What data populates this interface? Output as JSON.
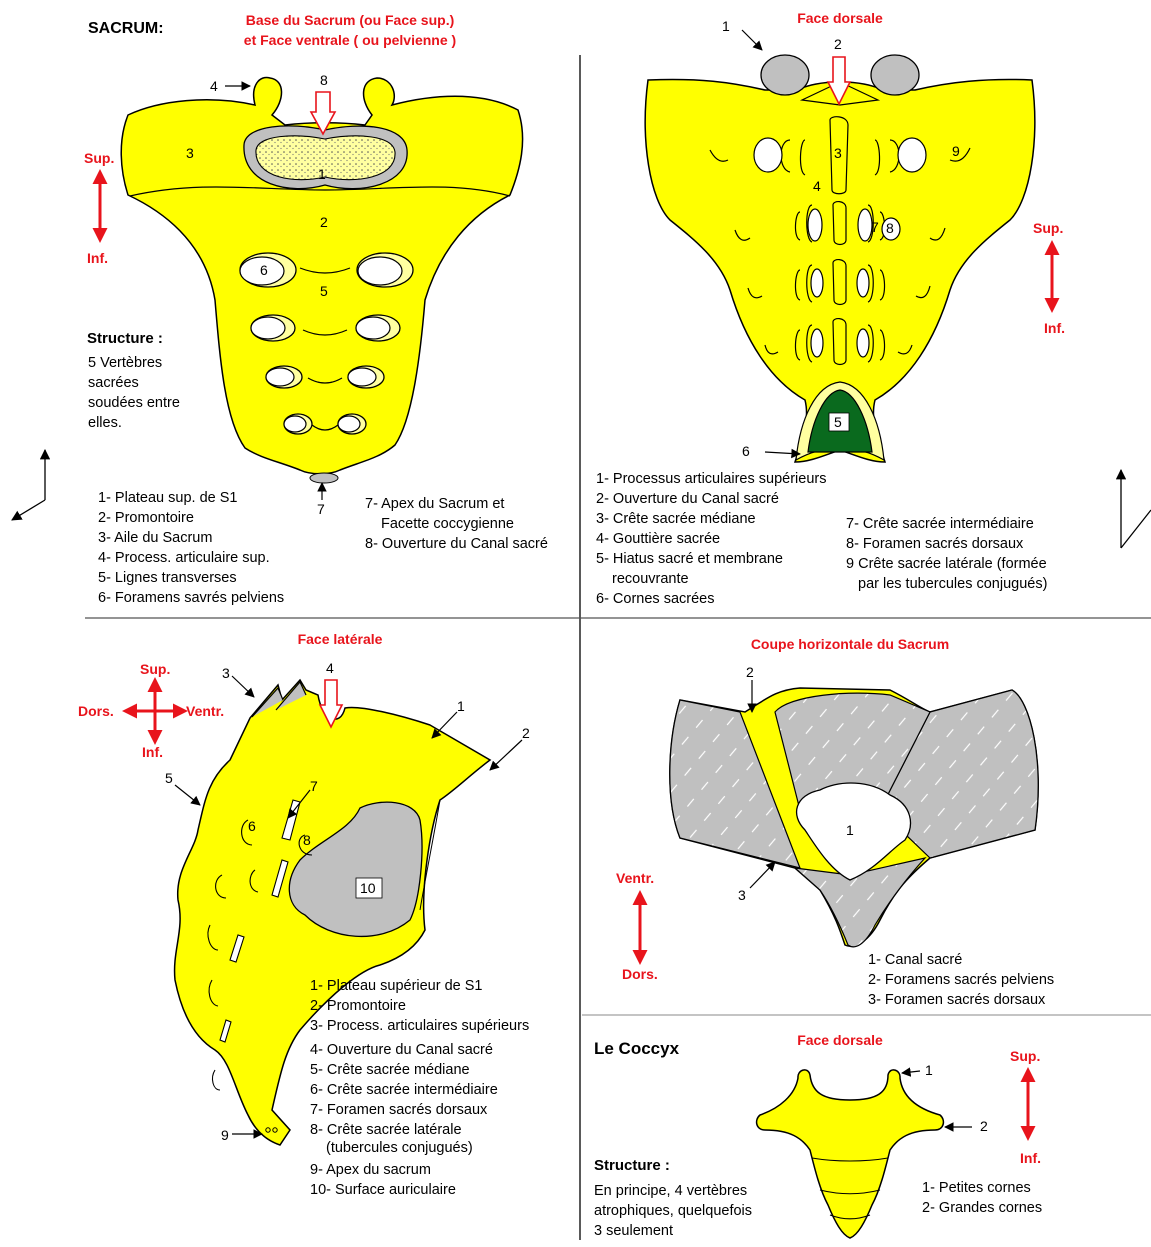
{
  "q1": {
    "title": "SACRUM:",
    "header1": "Base du Sacrum (ou Face sup.)",
    "header2": "et Face ventrale ( ou pelvienne )",
    "sup": "Sup.",
    "inf": "Inf.",
    "structure_title": "Structure :",
    "structure_lines": [
      "5 Vertèbres",
      "sacrées",
      "soudées entre",
      "elles."
    ],
    "numbers": [
      "1",
      "2",
      "3",
      "4",
      "5",
      "6",
      "7",
      "8"
    ],
    "legend_left": [
      "1- Plateau sup. de S1",
      "2- Promontoire",
      "3- Aile du Sacrum",
      "4- Process. articulaire sup.",
      "5- Lignes transverses",
      "6- Foramens savrés pelviens"
    ],
    "legend_right": [
      "7- Apex du Sacrum et",
      "Facette coccygienne",
      "8- Ouverture du Canal sacré"
    ]
  },
  "q2": {
    "header": "Face dorsale",
    "sup": "Sup.",
    "inf": "Inf.",
    "numbers": [
      "1",
      "2",
      "3",
      "4",
      "5",
      "6",
      "7",
      "8",
      "9"
    ],
    "legend_left": [
      "1- Processus articulaires supérieurs",
      "2- Ouverture du Canal sacré",
      "3- Crête sacrée médiane",
      "4- Gouttière sacrée",
      "5- Hiatus sacré et membrane",
      "recouvrante",
      "6- Cornes sacrées"
    ],
    "legend_right": [
      "7- Crête sacrée intermédiaire",
      "8- Foramen sacrés dorsaux",
      "9 Crête sacrée latérale (formée",
      "par les tubercules conjugués)"
    ]
  },
  "q3": {
    "header": "Face latérale",
    "sup": "Sup.",
    "inf": "Inf.",
    "dors": "Dors.",
    "ventr": "Ventr.",
    "numbers": [
      "1",
      "2",
      "3",
      "4",
      "5",
      "6",
      "7",
      "8",
      "9",
      "10"
    ],
    "legend": [
      "1- Plateau supérieur de S1",
      "2- Promontoire",
      "3- Process. articulaires supérieurs",
      "4- Ouverture du Canal sacré",
      "5- Crête sacrée médiane",
      "6- Crête sacrée intermédiaire",
      "7- Foramen sacrés dorsaux",
      "8- Crête sacrée latérale",
      "(tubercules conjugués)",
      "9- Apex du sacrum",
      "10- Surface auriculaire"
    ]
  },
  "q4": {
    "header": "Coupe horizontale du Sacrum",
    "ventr": "Ventr.",
    "dors": "Dors.",
    "numbers": [
      "1",
      "2",
      "3"
    ],
    "legend": [
      "1- Canal sacré",
      "2- Foramens sacrés pelviens",
      "3- Foramen sacrés dorsaux"
    ]
  },
  "coccyx": {
    "title": "Le Coccyx",
    "header": "Face dorsale",
    "sup": "Sup.",
    "inf": "Inf.",
    "numbers": [
      "1",
      "2"
    ],
    "structure_title": "Structure :",
    "structure_lines": [
      "En principe, 4 vertèbres",
      "atrophiques, quelquefois",
      "3 seulement"
    ],
    "legend": [
      "1- Petites cornes",
      "2- Grandes cornes"
    ]
  },
  "colors": {
    "bone": "#ffff00",
    "grey": "#c0c0c0",
    "dark_green": "#0a6a1e",
    "red": "#e8141c"
  }
}
